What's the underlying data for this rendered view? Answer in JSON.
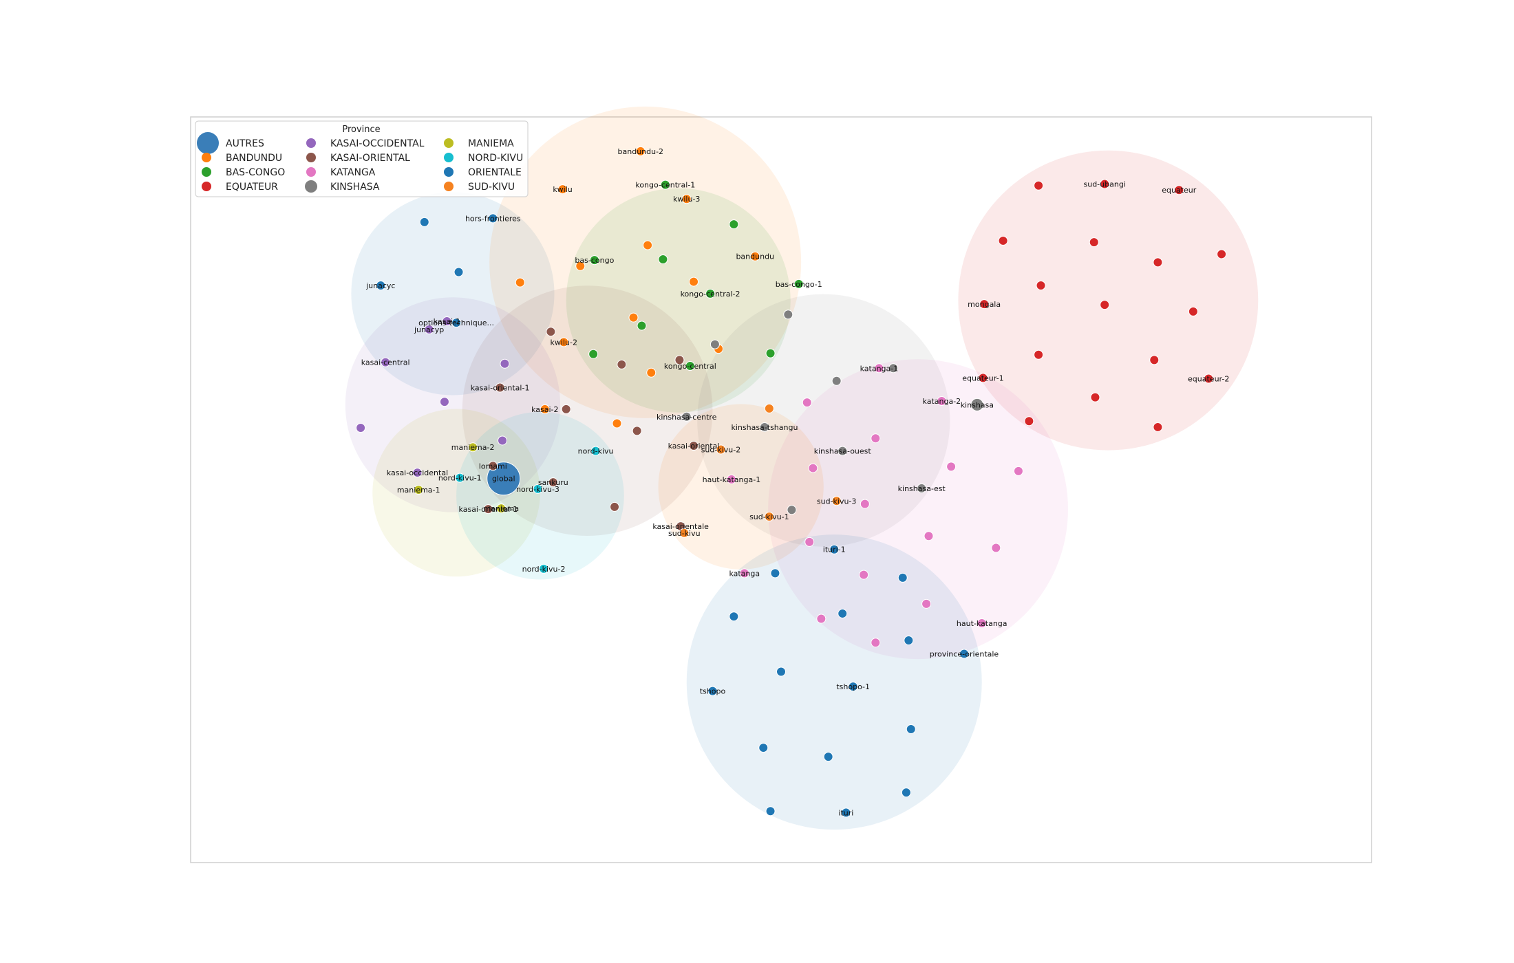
{
  "chart_data": {
    "type": "scatter",
    "title": "",
    "xlabel": "",
    "ylabel": "",
    "xlim": [
      0,
      100
    ],
    "ylim": [
      0,
      100
    ],
    "grid": false,
    "legend": {
      "title": "Province",
      "placement": "top-left",
      "columns": 3,
      "entries": [
        "AUTRES",
        "BANDUNDU",
        "BAS-CONGO",
        "EQUATEUR",
        "KASAI-OCCIDENTAL",
        "KASAI-ORIENTAL",
        "KATANGA",
        "KINSHASA",
        "MANIEMA",
        "NORD-KIVU",
        "ORIENTALE",
        "SUD-KIVU"
      ]
    },
    "province_colors": {
      "AUTRES": "#3a7eb8",
      "BANDUNDU": "#ff7f0e",
      "BAS-CONGO": "#2ca02c",
      "EQUATEUR": "#d62728",
      "KASAI-OCCIDENTAL": "#9467bd",
      "KASAI-ORIENTAL": "#8c564b",
      "KATANGA": "#e377c2",
      "KINSHASA": "#7f7f7f",
      "MANIEMA": "#bcbd22",
      "NORD-KIVU": "#17becf",
      "ORIENTALE": "#1f77b4",
      "SUD-KIVU": "#f58220"
    },
    "clusters": [
      {
        "province": "ORIENTALE",
        "cx": 22.2,
        "cy": 76.3,
        "r": 8.6,
        "color": "#1f77b4"
      },
      {
        "province": "BANDUNDU",
        "cx": 38.5,
        "cy": 80.5,
        "r": 13.2,
        "color": "#ff7f0e"
      },
      {
        "province": "BAS-CONGO",
        "cx": 41.3,
        "cy": 75.4,
        "r": 9.5,
        "color": "#2ca02c"
      },
      {
        "province": "EQUATEUR",
        "cx": 77.7,
        "cy": 75.4,
        "r": 12.7,
        "color": "#d62728"
      },
      {
        "province": "KASAI-OCCIDENTAL",
        "cx": 22.2,
        "cy": 61.4,
        "r": 9.1,
        "color": "#9467bd"
      },
      {
        "province": "KASAI-ORIENTAL",
        "cx": 33.6,
        "cy": 60.6,
        "r": 10.6,
        "color": "#8c564b"
      },
      {
        "province": "KINSHASA",
        "cx": 53.6,
        "cy": 59.3,
        "r": 10.7,
        "color": "#7f7f7f"
      },
      {
        "province": "KATANGA",
        "cx": 61.6,
        "cy": 47.4,
        "r": 12.7,
        "color": "#e377c2"
      },
      {
        "province": "MANIEMA",
        "cx": 22.5,
        "cy": 49.6,
        "r": 7.1,
        "color": "#bcbd22"
      },
      {
        "province": "NORD-KIVU",
        "cx": 29.6,
        "cy": 49.2,
        "r": 7.1,
        "color": "#17becf"
      },
      {
        "province": "SUD-KIVU",
        "cx": 46.6,
        "cy": 50.4,
        "r": 7.0,
        "color": "#ff7f0e"
      },
      {
        "province": "ORIENTALE",
        "cx": 54.5,
        "cy": 24.2,
        "r": 12.5,
        "color": "#1f77b4"
      }
    ],
    "points": [
      {
        "x": 26.5,
        "y": 51.5,
        "province": "AUTRES",
        "label": "global",
        "big": true
      },
      {
        "x": 19.8,
        "y": 85.9,
        "province": "ORIENTALE",
        "label": ""
      },
      {
        "x": 22.7,
        "y": 79.2,
        "province": "ORIENTALE",
        "label": ""
      },
      {
        "x": 25.6,
        "y": 86.4,
        "province": "ORIENTALE",
        "label": "hors-frontieres"
      },
      {
        "x": 16.1,
        "y": 77.4,
        "province": "ORIENTALE",
        "label": "junacyc"
      },
      {
        "x": 22.5,
        "y": 72.4,
        "province": "ORIENTALE",
        "label": "options-technique..."
      },
      {
        "x": 38.1,
        "y": 95.4,
        "province": "BANDUNDU",
        "label": "bandundu-2"
      },
      {
        "x": 31.5,
        "y": 90.3,
        "province": "BANDUNDU",
        "label": "kwilu"
      },
      {
        "x": 42.0,
        "y": 89.0,
        "province": "BANDUNDU",
        "label": "kwilu-3"
      },
      {
        "x": 38.7,
        "y": 82.8,
        "province": "BANDUNDU",
        "label": ""
      },
      {
        "x": 33.0,
        "y": 80.0,
        "province": "BANDUNDU",
        "label": ""
      },
      {
        "x": 27.9,
        "y": 77.8,
        "province": "BANDUNDU",
        "label": ""
      },
      {
        "x": 42.6,
        "y": 77.9,
        "province": "BANDUNDU",
        "label": ""
      },
      {
        "x": 37.5,
        "y": 73.1,
        "province": "BANDUNDU",
        "label": ""
      },
      {
        "x": 47.8,
        "y": 81.3,
        "province": "BANDUNDU",
        "label": "bandundu"
      },
      {
        "x": 31.6,
        "y": 69.8,
        "province": "BANDUNDU",
        "label": "kwilu-2"
      },
      {
        "x": 39.0,
        "y": 65.7,
        "province": "BANDUNDU",
        "label": ""
      },
      {
        "x": 44.7,
        "y": 68.9,
        "province": "BANDUNDU",
        "label": ""
      },
      {
        "x": 30.0,
        "y": 60.8,
        "province": "BANDUNDU",
        "label": "kasai-2"
      },
      {
        "x": 36.1,
        "y": 58.9,
        "province": "BANDUNDU",
        "label": ""
      },
      {
        "x": 40.2,
        "y": 90.9,
        "province": "BAS-CONGO",
        "label": "kongo-central-1"
      },
      {
        "x": 46.0,
        "y": 85.6,
        "province": "BAS-CONGO",
        "label": ""
      },
      {
        "x": 40.0,
        "y": 80.9,
        "province": "BAS-CONGO",
        "label": ""
      },
      {
        "x": 34.2,
        "y": 80.8,
        "province": "BAS-CONGO",
        "label": "bas-congo"
      },
      {
        "x": 44.0,
        "y": 76.3,
        "province": "BAS-CONGO",
        "label": "kongo-central-2"
      },
      {
        "x": 51.5,
        "y": 77.6,
        "province": "BAS-CONGO",
        "label": "bas-congo-1"
      },
      {
        "x": 38.2,
        "y": 72.0,
        "province": "BAS-CONGO",
        "label": ""
      },
      {
        "x": 34.1,
        "y": 68.2,
        "province": "BAS-CONGO",
        "label": ""
      },
      {
        "x": 49.1,
        "y": 68.3,
        "province": "BAS-CONGO",
        "label": ""
      },
      {
        "x": 42.3,
        "y": 66.6,
        "province": "BAS-CONGO",
        "label": "kongo-central"
      },
      {
        "x": 71.8,
        "y": 90.8,
        "province": "EQUATEUR",
        "label": ""
      },
      {
        "x": 77.4,
        "y": 91.0,
        "province": "EQUATEUR",
        "label": "sud-ubangi"
      },
      {
        "x": 83.7,
        "y": 90.2,
        "province": "EQUATEUR",
        "label": "equateur"
      },
      {
        "x": 68.8,
        "y": 83.4,
        "province": "EQUATEUR",
        "label": ""
      },
      {
        "x": 76.5,
        "y": 83.2,
        "province": "EQUATEUR",
        "label": ""
      },
      {
        "x": 81.9,
        "y": 80.5,
        "province": "EQUATEUR",
        "label": ""
      },
      {
        "x": 87.3,
        "y": 81.6,
        "province": "EQUATEUR",
        "label": ""
      },
      {
        "x": 72.0,
        "y": 77.4,
        "province": "EQUATEUR",
        "label": ""
      },
      {
        "x": 77.4,
        "y": 74.8,
        "province": "EQUATEUR",
        "label": ""
      },
      {
        "x": 84.9,
        "y": 73.9,
        "province": "EQUATEUR",
        "label": ""
      },
      {
        "x": 67.2,
        "y": 74.9,
        "province": "EQUATEUR",
        "label": "mongala"
      },
      {
        "x": 71.8,
        "y": 68.1,
        "province": "EQUATEUR",
        "label": ""
      },
      {
        "x": 81.6,
        "y": 67.4,
        "province": "EQUATEUR",
        "label": ""
      },
      {
        "x": 67.1,
        "y": 65.0,
        "province": "EQUATEUR",
        "label": "equateur-1"
      },
      {
        "x": 86.2,
        "y": 64.9,
        "province": "EQUATEUR",
        "label": "equateur-2"
      },
      {
        "x": 76.6,
        "y": 62.4,
        "province": "EQUATEUR",
        "label": ""
      },
      {
        "x": 71.0,
        "y": 59.2,
        "province": "EQUATEUR",
        "label": ""
      },
      {
        "x": 81.9,
        "y": 58.4,
        "province": "EQUATEUR",
        "label": ""
      },
      {
        "x": 21.7,
        "y": 72.6,
        "province": "KASAI-OCCIDENTAL",
        "label": "kasai-1"
      },
      {
        "x": 20.2,
        "y": 71.5,
        "province": "KASAI-OCCIDENTAL",
        "label": "junacyp"
      },
      {
        "x": 16.5,
        "y": 67.1,
        "province": "KASAI-OCCIDENTAL",
        "label": "kasai-central"
      },
      {
        "x": 26.6,
        "y": 66.9,
        "province": "KASAI-OCCIDENTAL",
        "label": ""
      },
      {
        "x": 21.5,
        "y": 61.8,
        "province": "KASAI-OCCIDENTAL",
        "label": ""
      },
      {
        "x": 14.4,
        "y": 58.3,
        "province": "KASAI-OCCIDENTAL",
        "label": ""
      },
      {
        "x": 26.4,
        "y": 56.6,
        "province": "KASAI-OCCIDENTAL",
        "label": ""
      },
      {
        "x": 19.2,
        "y": 52.3,
        "province": "KASAI-OCCIDENTAL",
        "label": "kasai-occidental"
      },
      {
        "x": 30.5,
        "y": 71.2,
        "province": "KASAI-ORIENTAL",
        "label": ""
      },
      {
        "x": 36.5,
        "y": 66.8,
        "province": "KASAI-ORIENTAL",
        "label": ""
      },
      {
        "x": 41.4,
        "y": 67.4,
        "province": "KASAI-ORIENTAL",
        "label": ""
      },
      {
        "x": 26.2,
        "y": 63.7,
        "province": "KASAI-ORIENTAL",
        "label": "kasai-oriental-1"
      },
      {
        "x": 31.8,
        "y": 60.8,
        "province": "KASAI-ORIENTAL",
        "label": ""
      },
      {
        "x": 37.8,
        "y": 57.9,
        "province": "KASAI-ORIENTAL",
        "label": ""
      },
      {
        "x": 42.6,
        "y": 55.9,
        "province": "KASAI-ORIENTAL",
        "label": "kasai-oriental"
      },
      {
        "x": 25.6,
        "y": 53.2,
        "province": "KASAI-ORIENTAL",
        "label": "lomami"
      },
      {
        "x": 30.7,
        "y": 51.0,
        "province": "KASAI-ORIENTAL",
        "label": "sankuru"
      },
      {
        "x": 35.9,
        "y": 47.7,
        "province": "KASAI-ORIENTAL",
        "label": ""
      },
      {
        "x": 41.5,
        "y": 45.1,
        "province": "KASAI-ORIENTAL",
        "label": "kasai-orientale"
      },
      {
        "x": 25.2,
        "y": 47.4,
        "province": "KASAI-ORIENTAL",
        "label": "kasai-oriental-1"
      },
      {
        "x": 50.6,
        "y": 73.5,
        "province": "KINSHASA",
        "label": ""
      },
      {
        "x": 44.4,
        "y": 69.5,
        "province": "KINSHASA",
        "label": ""
      },
      {
        "x": 59.5,
        "y": 66.3,
        "province": "KINSHASA",
        "label": ""
      },
      {
        "x": 54.7,
        "y": 64.6,
        "province": "KINSHASA",
        "label": ""
      },
      {
        "x": 42.0,
        "y": 59.8,
        "province": "KINSHASA",
        "label": "kinshasa-centre"
      },
      {
        "x": 48.6,
        "y": 58.4,
        "province": "KINSHASA",
        "label": "kinshasa-tshangu"
      },
      {
        "x": 66.6,
        "y": 61.4,
        "province": "KINSHASA",
        "label": "kinshasa",
        "big2": true
      },
      {
        "x": 55.2,
        "y": 55.2,
        "province": "KINSHASA",
        "label": "kinshasa-ouest"
      },
      {
        "x": 61.9,
        "y": 50.2,
        "province": "KINSHASA",
        "label": "kinshasa-est"
      },
      {
        "x": 50.9,
        "y": 47.3,
        "province": "KINSHASA",
        "label": ""
      },
      {
        "x": 58.3,
        "y": 66.3,
        "province": "KATANGA",
        "label": "katanga-1"
      },
      {
        "x": 52.2,
        "y": 61.7,
        "province": "KATANGA",
        "label": ""
      },
      {
        "x": 63.6,
        "y": 61.9,
        "province": "KATANGA",
        "label": "katanga-2"
      },
      {
        "x": 58.0,
        "y": 56.9,
        "province": "KATANGA",
        "label": ""
      },
      {
        "x": 52.7,
        "y": 52.9,
        "province": "KATANGA",
        "label": ""
      },
      {
        "x": 64.4,
        "y": 53.1,
        "province": "KATANGA",
        "label": ""
      },
      {
        "x": 70.1,
        "y": 52.5,
        "province": "KATANGA",
        "label": ""
      },
      {
        "x": 45.8,
        "y": 51.4,
        "province": "KATANGA",
        "label": "haut-katanga-1"
      },
      {
        "x": 57.1,
        "y": 48.1,
        "province": "KATANGA",
        "label": ""
      },
      {
        "x": 62.5,
        "y": 43.8,
        "province": "KATANGA",
        "label": ""
      },
      {
        "x": 68.2,
        "y": 42.2,
        "province": "KATANGA",
        "label": ""
      },
      {
        "x": 52.4,
        "y": 43.0,
        "province": "KATANGA",
        "label": ""
      },
      {
        "x": 57.0,
        "y": 38.6,
        "province": "KATANGA",
        "label": ""
      },
      {
        "x": 62.3,
        "y": 34.7,
        "province": "KATANGA",
        "label": ""
      },
      {
        "x": 53.4,
        "y": 32.7,
        "province": "KATANGA",
        "label": ""
      },
      {
        "x": 58.0,
        "y": 29.5,
        "province": "KATANGA",
        "label": ""
      },
      {
        "x": 67.0,
        "y": 32.1,
        "province": "KATANGA",
        "label": "haut-katanga"
      },
      {
        "x": 46.9,
        "y": 38.8,
        "province": "KATANGA",
        "label": "katanga"
      },
      {
        "x": 23.9,
        "y": 55.7,
        "province": "MANIEMA",
        "label": "maniema-2"
      },
      {
        "x": 19.3,
        "y": 50.0,
        "province": "MANIEMA",
        "label": "maniema-1"
      },
      {
        "x": 26.3,
        "y": 47.5,
        "province": "MANIEMA",
        "label": "maniema"
      },
      {
        "x": 34.3,
        "y": 55.2,
        "province": "NORD-KIVU",
        "label": "nord-kivu"
      },
      {
        "x": 22.8,
        "y": 51.6,
        "province": "NORD-KIVU",
        "label": "nord-kivu-1"
      },
      {
        "x": 29.4,
        "y": 50.1,
        "province": "NORD-KIVU",
        "label": "nord-kivu-3"
      },
      {
        "x": 29.9,
        "y": 39.4,
        "province": "NORD-KIVU",
        "label": "nord-kivu-2"
      },
      {
        "x": 49.0,
        "y": 60.9,
        "province": "SUD-KIVU",
        "label": ""
      },
      {
        "x": 44.9,
        "y": 55.4,
        "province": "SUD-KIVU",
        "label": "sud-kivu-2"
      },
      {
        "x": 54.7,
        "y": 48.5,
        "province": "SUD-KIVU",
        "label": "sud-kivu-3"
      },
      {
        "x": 49.0,
        "y": 46.4,
        "province": "SUD-KIVU",
        "label": "sud-kivu-1"
      },
      {
        "x": 41.8,
        "y": 44.2,
        "province": "SUD-KIVU",
        "label": "sud-kivu"
      },
      {
        "x": 54.5,
        "y": 42.0,
        "province": "ORIENTALE",
        "label": "ituri-1"
      },
      {
        "x": 49.5,
        "y": 38.8,
        "province": "ORIENTALE",
        "label": ""
      },
      {
        "x": 60.3,
        "y": 38.2,
        "province": "ORIENTALE",
        "label": ""
      },
      {
        "x": 46.0,
        "y": 33.0,
        "province": "ORIENTALE",
        "label": ""
      },
      {
        "x": 55.2,
        "y": 33.4,
        "province": "ORIENTALE",
        "label": ""
      },
      {
        "x": 60.8,
        "y": 29.8,
        "province": "ORIENTALE",
        "label": ""
      },
      {
        "x": 65.5,
        "y": 28.0,
        "province": "ORIENTALE",
        "label": "province-orientale"
      },
      {
        "x": 50.0,
        "y": 25.6,
        "province": "ORIENTALE",
        "label": ""
      },
      {
        "x": 44.2,
        "y": 23.0,
        "province": "ORIENTALE",
        "label": "tshopo"
      },
      {
        "x": 56.1,
        "y": 23.6,
        "province": "ORIENTALE",
        "label": "tshopo-1"
      },
      {
        "x": 61.0,
        "y": 17.9,
        "province": "ORIENTALE",
        "label": ""
      },
      {
        "x": 48.5,
        "y": 15.4,
        "province": "ORIENTALE",
        "label": ""
      },
      {
        "x": 54.0,
        "y": 14.2,
        "province": "ORIENTALE",
        "label": ""
      },
      {
        "x": 60.6,
        "y": 9.4,
        "province": "ORIENTALE",
        "label": ""
      },
      {
        "x": 49.1,
        "y": 6.9,
        "province": "ORIENTALE",
        "label": ""
      },
      {
        "x": 55.5,
        "y": 6.7,
        "province": "ORIENTALE",
        "label": "ituri"
      }
    ]
  }
}
